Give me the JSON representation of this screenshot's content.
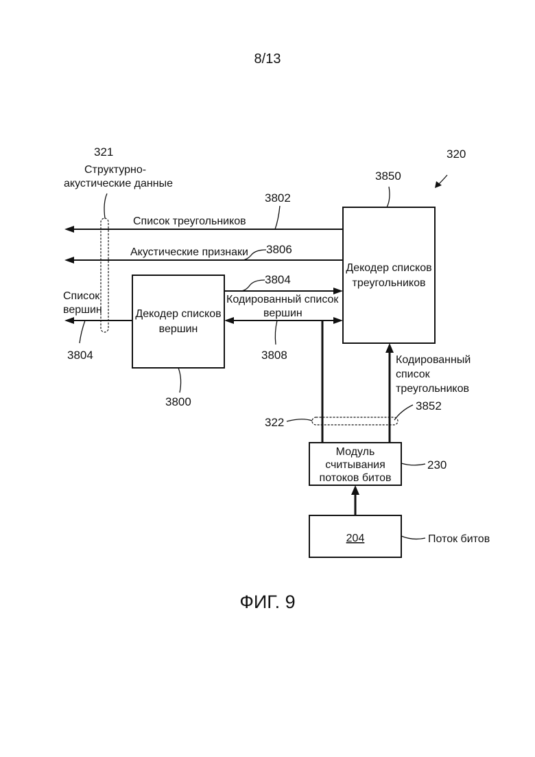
{
  "page_number": "8/13",
  "figure_caption": "ФИГ. 9",
  "refs": {
    "system": "320",
    "structural_acoustic": "321",
    "bitstream_group": "322",
    "triangle_decoder": "3850",
    "triangle_list_out": "3802",
    "acoustic_out": "3806",
    "vertex_to_tri": "3804",
    "vertex_list_out": "3804",
    "encoded_vertex": "3808",
    "vertex_decoder": "3800",
    "encoded_tri": "3852",
    "reader": "230"
  },
  "labels": {
    "structural_line1": "Структурно-",
    "structural_line2": "акустические данные",
    "triangle_list": "Список треугольников",
    "acoustic_features": "Акустические признаки",
    "vertex_list_line1": "Список",
    "vertex_list_line2": "вершин",
    "encoded_vertex_line1": "Кодированный список",
    "encoded_vertex_line2": "вершин",
    "encoded_tri_line1": "Кодированный",
    "encoded_tri_line2": "список",
    "encoded_tri_line3": "треугольников",
    "bitstream": "Поток битов"
  },
  "boxes": {
    "triangle_decoder_line1": "Декодер списков",
    "triangle_decoder_line2": "треугольников",
    "vertex_decoder_line1": "Декодер списков",
    "vertex_decoder_line2": "вершин",
    "reader_line1": "Модуль",
    "reader_line2": "считывания",
    "reader_line3": "потоков битов",
    "source": "204"
  }
}
